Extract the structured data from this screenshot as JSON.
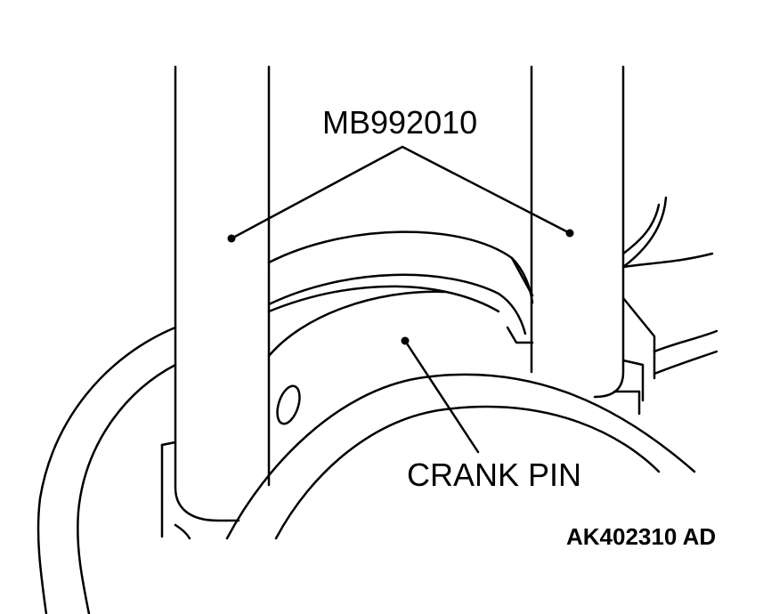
{
  "labels": {
    "tool": "MB992010",
    "part": "CRANK PIN",
    "figure_code": "AK402310 AD"
  },
  "colors": {
    "line": "#000000",
    "background": "#ffffff"
  }
}
